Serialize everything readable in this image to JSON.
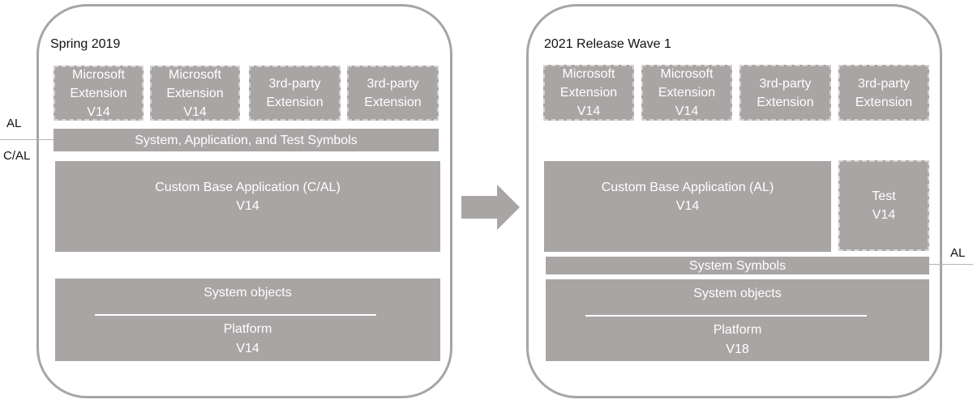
{
  "left": {
    "title": "Spring 2019",
    "extensions": [
      {
        "line1": "Microsoft",
        "line2": "Extension",
        "line3": "V14"
      },
      {
        "line1": "Microsoft",
        "line2": "Extension",
        "line3": "V14"
      },
      {
        "line1": "3rd-party",
        "line2": "Extension"
      },
      {
        "line1": "3rd-party",
        "line2": "Extension"
      }
    ],
    "symbols": "System, Application, and Test Symbols",
    "base_app": {
      "line1": "Custom Base Application (C/AL)",
      "line2": "V14"
    },
    "system": {
      "top": "System objects",
      "bottom": "Platform",
      "version": "V14"
    },
    "label_al": "AL",
    "label_cal": "C/AL"
  },
  "right": {
    "title": "2021 Release Wave 1",
    "extensions": [
      {
        "line1": "Microsoft",
        "line2": "Extension",
        "line3": "V14"
      },
      {
        "line1": "Microsoft",
        "line2": "Extension",
        "line3": "V14"
      },
      {
        "line1": "3rd-party",
        "line2": "Extension"
      },
      {
        "line1": "3rd-party",
        "line2": "Extension"
      }
    ],
    "base_app": {
      "line1": "Custom Base Application (AL)",
      "line2": "V14"
    },
    "test": {
      "line1": "Test",
      "line2": "V14"
    },
    "symbols": "System Symbols",
    "system": {
      "top": "System objects",
      "bottom": "Platform",
      "version": "V18"
    },
    "label_al": "AL"
  },
  "colors": {
    "box": "#a8a5a4",
    "border": "#a8a5a4",
    "text": "#ffffff"
  }
}
